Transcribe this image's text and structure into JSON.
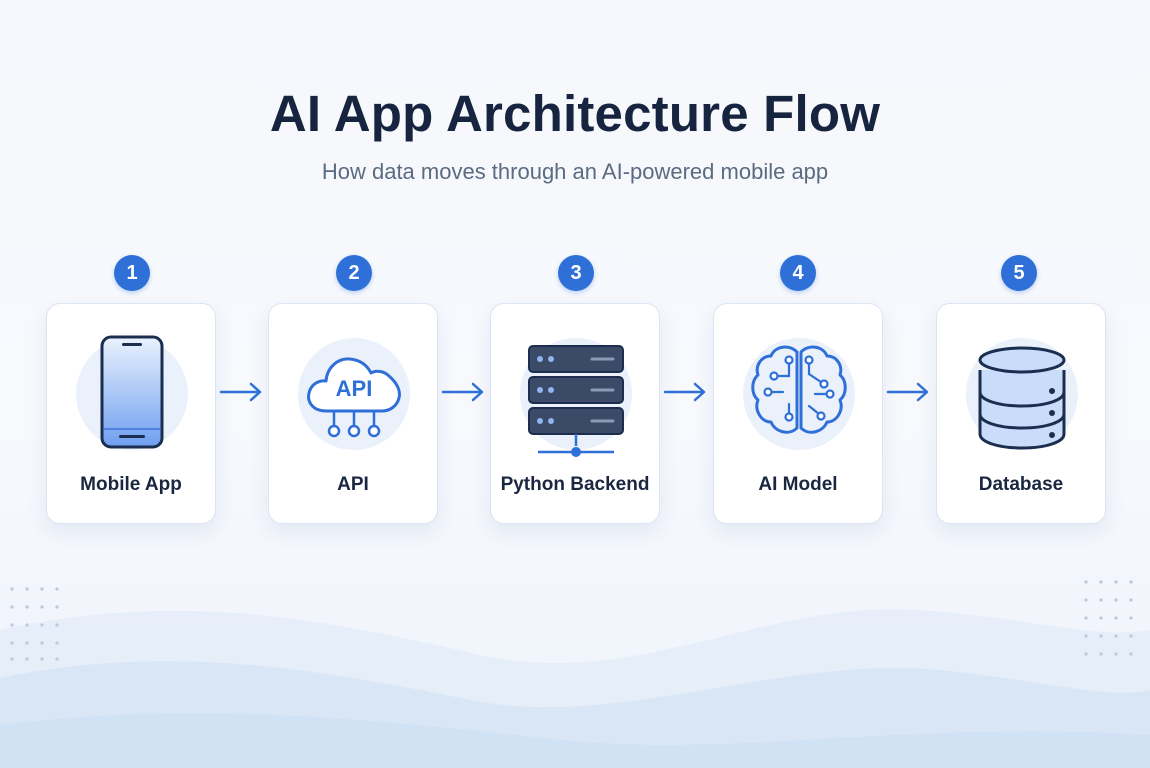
{
  "title": "AI App Architecture Flow",
  "subtitle": "How data moves through an AI-powered mobile app",
  "colors": {
    "accent": "#2f6fd8",
    "icon_fill_light": "#c9dcfa",
    "title_text": "#16243f",
    "subtitle_text": "#5b6b82",
    "server_dark": "#3b4a66"
  },
  "steps": [
    {
      "number": "1",
      "label": "Mobile App",
      "icon": "smartphone-icon"
    },
    {
      "number": "2",
      "label": "API",
      "icon": "api-cloud-icon",
      "icon_text": "API"
    },
    {
      "number": "3",
      "label": "Python Backend",
      "icon": "server-stack-icon"
    },
    {
      "number": "4",
      "label": "AI Model",
      "icon": "brain-circuit-icon"
    },
    {
      "number": "5",
      "label": "Database",
      "icon": "database-icon"
    }
  ],
  "connectors": [
    "arrow-right-icon",
    "arrow-right-icon",
    "arrow-right-icon",
    "arrow-right-icon"
  ]
}
